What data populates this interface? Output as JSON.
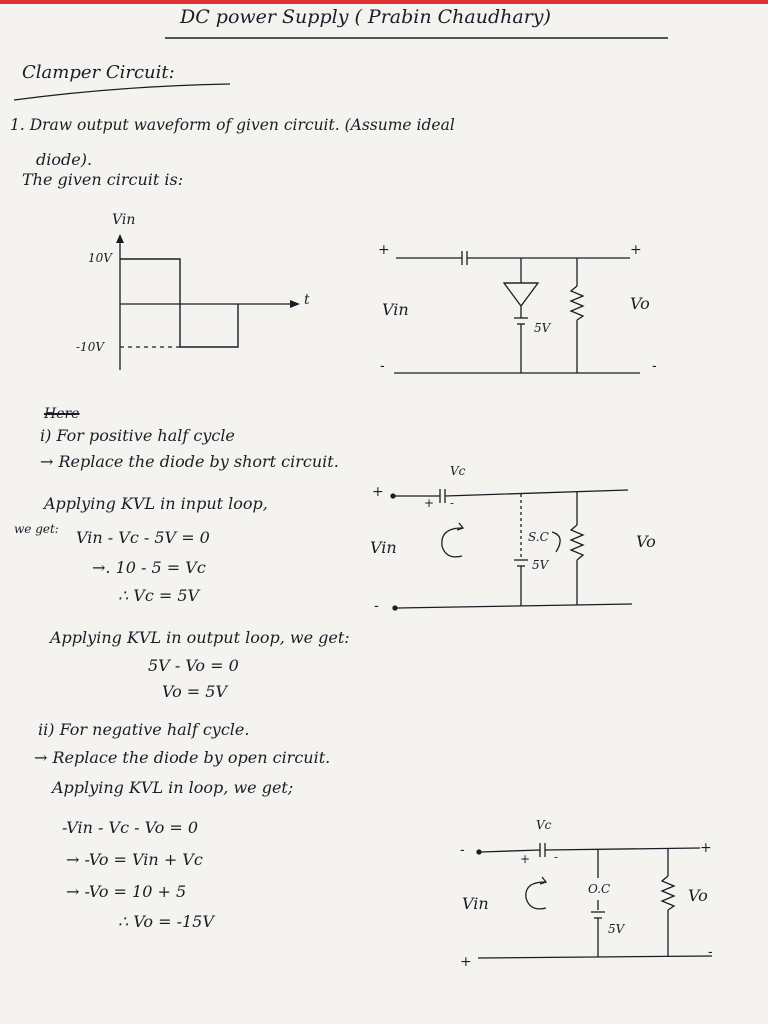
{
  "title": "DC power Supply ( Prabin Chaudhary)",
  "section_heading": "Clamper Circuit:",
  "question": {
    "line1": "1. Draw output waveform of given circuit. (Assume ideal",
    "line2": "diode).",
    "solution_line": "The given circuit is:"
  },
  "waveform": {
    "ylabel": "Vin",
    "xlabel": "t",
    "tick_pos": "10V",
    "tick_neg": "-10V"
  },
  "circuit1": {
    "plus_in": "+",
    "plus_out": "+",
    "minus_in": "-",
    "minus_out": "-",
    "vin": "Vin",
    "vo": "Vo",
    "battery": "5V"
  },
  "part1": {
    "here": "Here",
    "case": "i) For positive half cycle",
    "action": "→ Replace the diode by short circuit.",
    "kvl_in": "Applying KVL in input loop,",
    "we_get": "we get:",
    "eq1": "Vin - Vc - 5V = 0",
    "eq2": "→. 10 - 5 = Vc",
    "eq3": "∴ Vc = 5V",
    "kvl_out": "Applying KVL in output loop, we get:",
    "eq4": "5V - Vo = 0",
    "eq5": "Vo = 5V"
  },
  "circuit2": {
    "vc": "Vc",
    "plus_in": "+",
    "minus_in": "-",
    "cap_plus": "+",
    "cap_minus": "-",
    "vin": "Vin",
    "vo": "Vo",
    "sc": "S.C",
    "battery": "5V"
  },
  "part2": {
    "case": "ii) For negative half cycle.",
    "action": "→ Replace the diode by open circuit.",
    "kvl": "Applying KVL in loop, we get;",
    "eq1": "-Vin - Vc - Vo = 0",
    "eq2": "→ -Vo = Vin + Vc",
    "eq3": "→ -Vo = 10 + 5",
    "eq4": "∴ Vo = -15V"
  },
  "circuit3": {
    "vc": "Vc",
    "cap_plus": "+",
    "cap_minus": "-",
    "plus_out": "+",
    "plus_in_bottom": "+",
    "minus_in_top": "-",
    "minus_out": "-",
    "vin": "Vin",
    "vo": "Vo",
    "oc": "O.C",
    "battery": "5V"
  }
}
